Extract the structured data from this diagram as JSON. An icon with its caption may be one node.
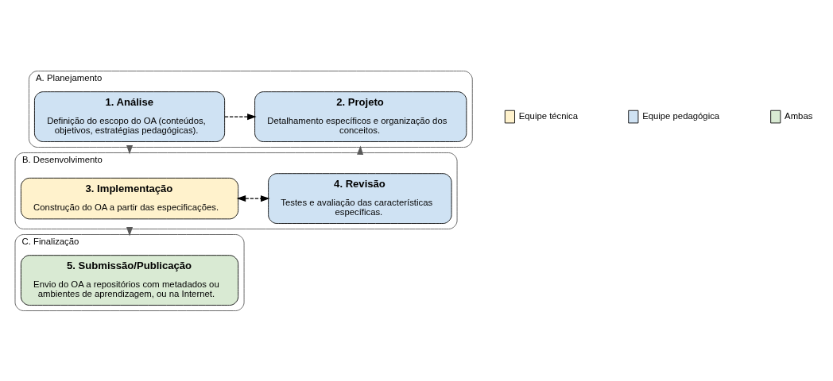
{
  "diagram": {
    "nodes": [
      {
        "text": [
          "A. Planejamento"
        ]
      },
      {
        "text": [
          "1. Análise",
          "Definição do escopo do OA (conteúdos, objetivos, estratégias pedagógicas)."
        ],
        "in": 0
      },
      {
        "text": [
          "2. Projeto",
          "Detalhamento específicos e organização dos conceitos."
        ],
        "in": 0
      },
      {
        "text": [
          "B. Desenvolvimento"
        ]
      },
      {
        "text": [
          "3. Implementação",
          "Construção do OA a partir das especificações."
        ],
        "in": 3
      },
      {
        "text": [
          "4. Revisão",
          "Testes e avaliação das características específicas."
        ],
        "in": 3
      },
      {
        "text": [
          "C. Finalização"
        ]
      },
      {
        "text": [
          "5. Submissão/Publicação",
          "Envio do OA a repositórios com metadados ou ambientes de aprendizagem, ou na Internet."
        ],
        "in": 6
      }
    ],
    "edges": [
      {
        "from": 1,
        "to": 2,
        "arrow": "to",
        "style": "dashed",
        "color": "#000000"
      },
      {
        "from": 0,
        "to": 3,
        "arrow": "to",
        "color": "#595959"
      },
      {
        "from": 4,
        "to": 5,
        "arrow": "both",
        "style": "dashed",
        "color": "#000000"
      },
      {
        "from": 3,
        "to": 0,
        "arrow": "to",
        "color": "#595959"
      },
      {
        "from": 3,
        "to": 6,
        "arrow": "to",
        "color": "#595959"
      }
    ],
    "legend": [
      {
        "text": "Equipe técnica",
        "color": "#fff2cc"
      },
      {
        "text": "Equipe pedagógica",
        "color": "#cfe2f3"
      },
      {
        "text": "Ambas",
        "color": "#d9ead3"
      }
    ]
  }
}
